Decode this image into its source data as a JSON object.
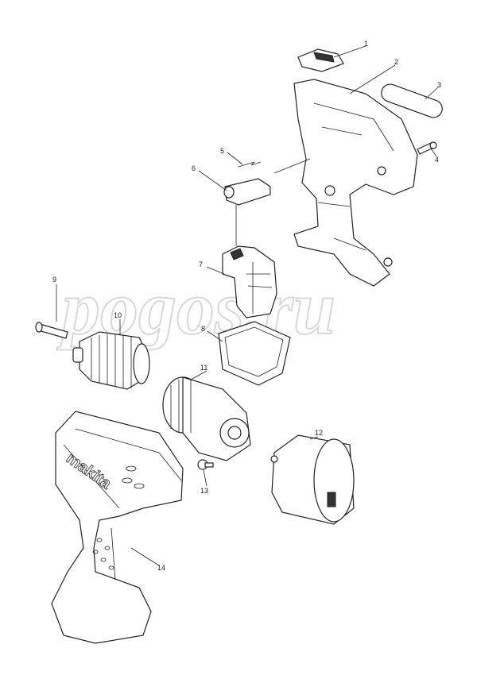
{
  "diagram": {
    "title_logo": "makita",
    "watermark": "pogos.ru",
    "parts": [
      {
        "ref": "1"
      },
      {
        "ref": "2"
      },
      {
        "ref": "3"
      },
      {
        "ref": "4"
      },
      {
        "ref": "5"
      },
      {
        "ref": "6"
      },
      {
        "ref": "7"
      },
      {
        "ref": "8"
      },
      {
        "ref": "9"
      },
      {
        "ref": "10"
      },
      {
        "ref": "11"
      },
      {
        "ref": "12"
      },
      {
        "ref": "13"
      },
      {
        "ref": "14"
      }
    ]
  }
}
